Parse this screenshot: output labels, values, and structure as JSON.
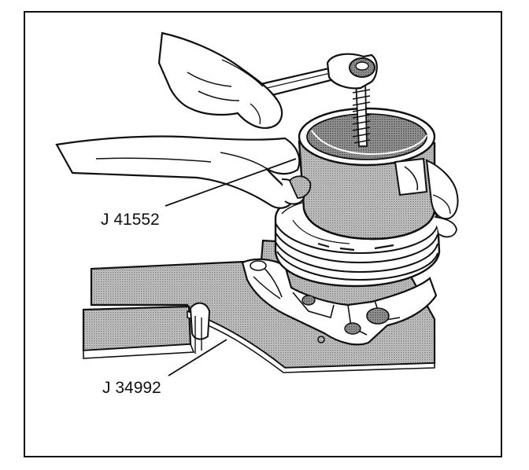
{
  "figure": {
    "callouts": [
      {
        "id": "tool-upper",
        "label": "J 41552"
      },
      {
        "id": "tool-lower",
        "label": "J 34992"
      }
    ]
  },
  "colors": {
    "outline": "#111111",
    "paper": "#ffffff",
    "shading": "#b8b8b8"
  }
}
